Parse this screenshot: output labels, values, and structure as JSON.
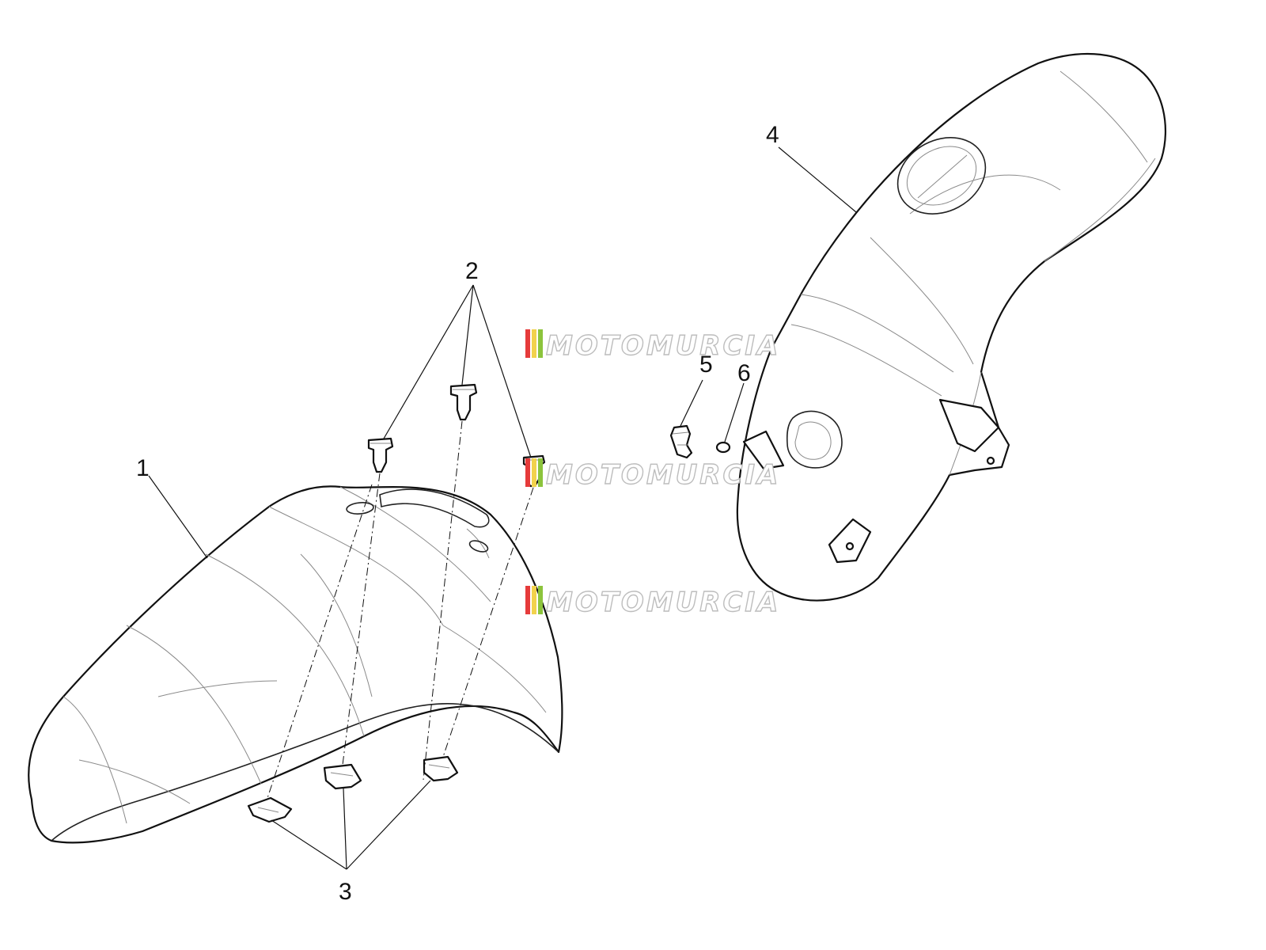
{
  "callouts": [
    {
      "id": "1",
      "label": "1"
    },
    {
      "id": "2",
      "label": "2"
    },
    {
      "id": "3",
      "label": "3"
    },
    {
      "id": "4",
      "label": "4"
    },
    {
      "id": "5",
      "label": "5"
    },
    {
      "id": "6",
      "label": "6"
    }
  ],
  "watermark": {
    "text": "MOTOMURCIA",
    "stripe_colors": [
      "#e63b3b",
      "#f2d24c",
      "#8cc43c"
    ]
  }
}
